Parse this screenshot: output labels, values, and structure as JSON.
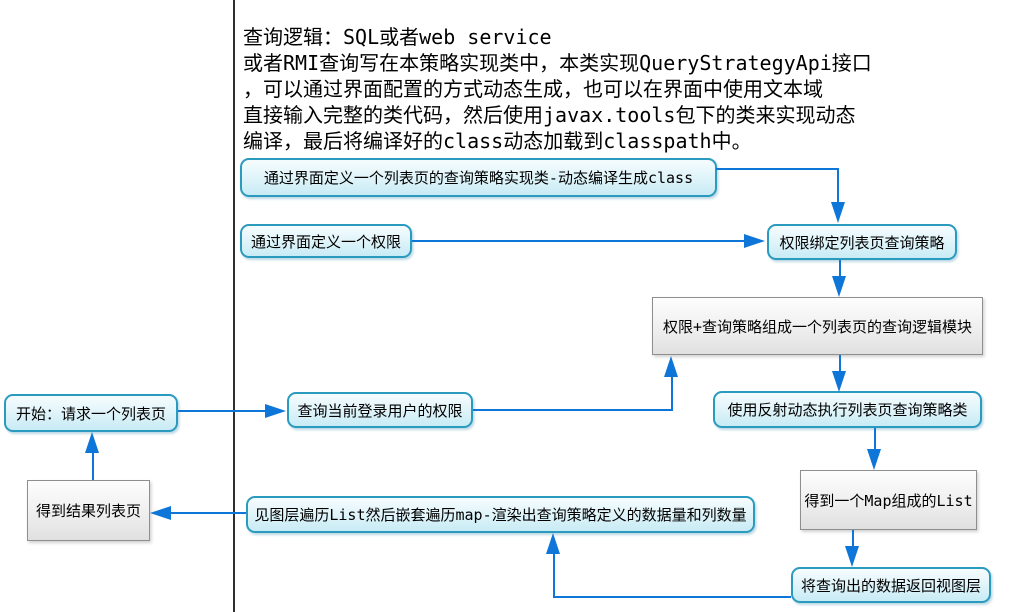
{
  "note": {
    "lines": [
      "查询逻辑：SQL或者web service",
      "或者RMI查询写在本策略实现类中，本类实现QueryStrategyApi接口",
      "，可以通过界面配置的方式动态生成，也可以在界面中使用文本域",
      "直接输入完整的类代码，然后使用javax.tools包下的类来实现动态",
      "编译，最后将编译好的class动态加载到classpath中。"
    ]
  },
  "nodes": [
    {
      "id": "define_strategy",
      "shape": "rounded",
      "label": "通过界面定义一个列表页的查询策略实现类-动态编译生成class"
    },
    {
      "id": "define_permission",
      "shape": "rounded",
      "label": "通过界面定义一个权限"
    },
    {
      "id": "bind_strategy",
      "shape": "rounded",
      "label": "权限绑定列表页查询策略"
    },
    {
      "id": "logic_module",
      "shape": "gray",
      "label": "权限+查询策略组成一个列表页的查询逻辑模块"
    },
    {
      "id": "reflect_exec",
      "shape": "rounded",
      "label": "使用反射动态执行列表页查询策略类"
    },
    {
      "id": "start",
      "shape": "rounded",
      "label": "开始：请求一个列表页"
    },
    {
      "id": "query_permission",
      "shape": "rounded",
      "label": "查询当前登录用户的权限"
    },
    {
      "id": "map_list",
      "shape": "gray",
      "label": "得到一个Map组成的List"
    },
    {
      "id": "return_view",
      "shape": "rounded",
      "label": "将查询出的数据返回视图层"
    },
    {
      "id": "render_view",
      "shape": "rounded",
      "label": "见图层遍历List然后嵌套遍历map-渲染出查询策略定义的数据量和列数量"
    },
    {
      "id": "result_page",
      "shape": "gray",
      "label": "得到结果列表页"
    }
  ],
  "edges": [
    {
      "from": "define_strategy",
      "to": "bind_strategy"
    },
    {
      "from": "define_permission",
      "to": "bind_strategy"
    },
    {
      "from": "bind_strategy",
      "to": "logic_module"
    },
    {
      "from": "query_permission",
      "to": "logic_module"
    },
    {
      "from": "logic_module",
      "to": "reflect_exec"
    },
    {
      "from": "start",
      "to": "query_permission"
    },
    {
      "from": "result_page",
      "to": "start"
    },
    {
      "from": "reflect_exec",
      "to": "map_list"
    },
    {
      "from": "map_list",
      "to": "return_view"
    },
    {
      "from": "return_view",
      "to": "render_view"
    },
    {
      "from": "render_view",
      "to": "result_page"
    }
  ],
  "colors": {
    "arrow": "#0d76d8",
    "rounded_border": "#2a9abf",
    "rounded_fill_top": "#f6fcfe",
    "rounded_fill_bottom": "#c8ebf5",
    "gray_border": "#8e8e8e",
    "divider": "#2f2f2f",
    "text": "#000000"
  }
}
